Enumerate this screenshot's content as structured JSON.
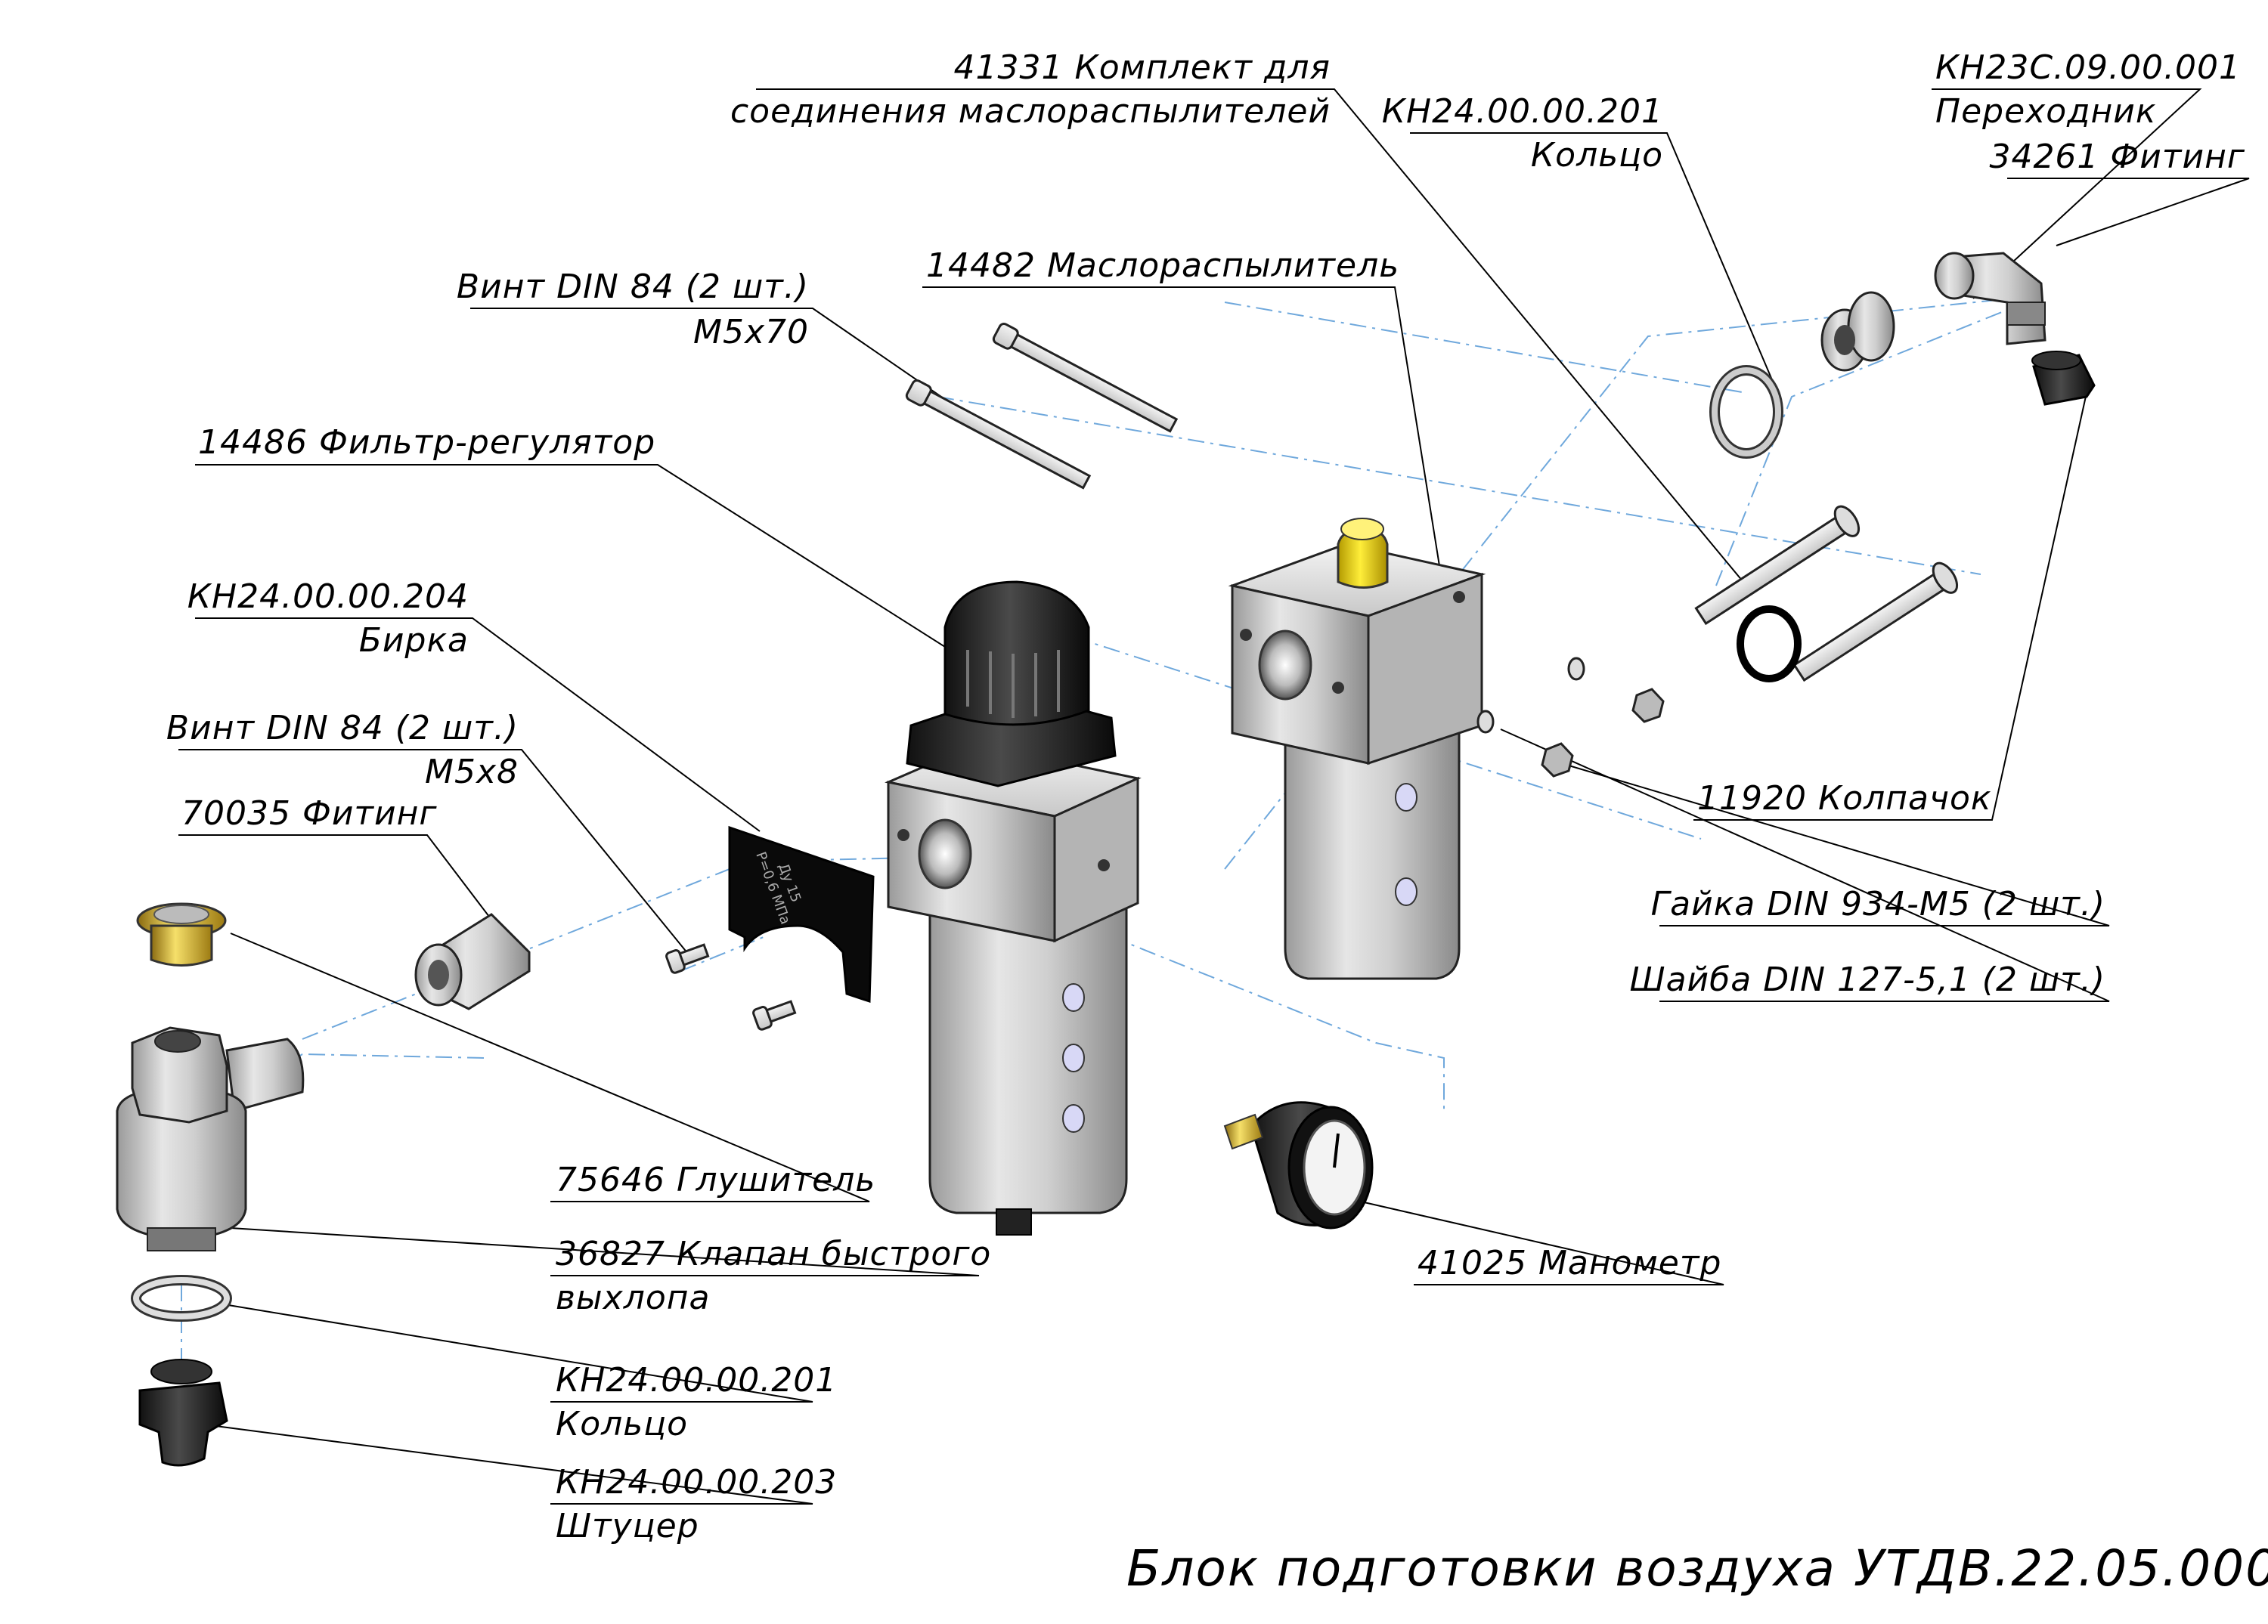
{
  "title": "Блок подготовки воздуха УТДВ.22.05.000",
  "labels": {
    "kit": {
      "line1": "41331 Комплект для",
      "line2": "соединения маслораспылителей"
    },
    "ring_top": {
      "line1": "КН24.00.00.201",
      "line2": "Кольцо"
    },
    "adapter": {
      "line1": "КН23С.09.00.001",
      "line2": "Переходник"
    },
    "fitting_top": {
      "line1": "34261 Фитинг"
    },
    "lubricator": {
      "line1": "14482 Маслораспылитель"
    },
    "screw_long": {
      "line1": "Винт DIN 84 (2 шт.)",
      "line2": "М5х70"
    },
    "filter_regulator": {
      "line1": "14486 Фильтр-регулятор"
    },
    "tag": {
      "line1": "КН24.00.00.204",
      "line2": "Бирка"
    },
    "screw_short": {
      "line1": "Винт DIN 84 (2 шт.)",
      "line2": "М5х8"
    },
    "fitting_left": {
      "line1": "70035 Фитинг"
    },
    "cap": {
      "line1": "11920 Колпачок"
    },
    "nut": {
      "line1": "Гайка DIN 934-M5 (2 шт.)"
    },
    "washer": {
      "line1": "Шайба DIN 127-5,1 (2 шт.)"
    },
    "silencer": {
      "line1": "75646 Глушитель"
    },
    "exhaust_valve": {
      "line1": "36827 Клапан быстрого",
      "line2": "выхлопа"
    },
    "manometer": {
      "line1": "41025 Манометр"
    },
    "ring_bottom": {
      "line1": "КН24.00.00.201",
      "line2": "Кольцо"
    },
    "union": {
      "line1": "КН24.00.00.203",
      "line2": "Штуцер"
    }
  },
  "part_marks": {
    "tag_text_1": "P=0,6 МПа",
    "tag_text_2": "Ду 15"
  }
}
